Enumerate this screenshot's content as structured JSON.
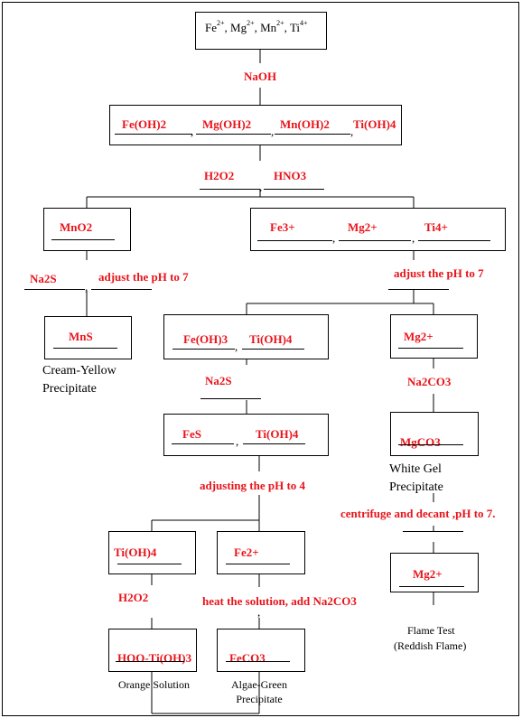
{
  "root": {
    "ions": [
      {
        "el": "Fe",
        "ch": "2+"
      },
      {
        "el": "Mg",
        "ch": "2+"
      },
      {
        "el": "Mn",
        "ch": "2+"
      },
      {
        "el": "Ti",
        "ch": "4+"
      }
    ]
  },
  "steps": {
    "naoh": "NaOH",
    "hydroxides": [
      "Fe(OH)2",
      "Mg(OH)2",
      "Mn(OH)2",
      "Ti(OH)4"
    ],
    "h2o2": "H2O2",
    "hno3": "HNO3",
    "mno2": "MnO2",
    "cations": [
      "Fe3+",
      "Mg2+",
      "Ti4+"
    ],
    "na2s_left": "Na2S",
    "adjust_ph7_left": "adjust the pH to 7",
    "adjust_ph7_right": "adjust the pH to 7",
    "mns": "MnS",
    "mns_note": "Cream-Yellow Precipitate",
    "fe_ti_hydroxides": [
      "Fe(OH)3",
      "Ti(OH)4"
    ],
    "mg2_a": "Mg2+",
    "na2s_mid": "Na2S",
    "na2co3": "Na2CO3",
    "fes_tioh4": [
      "FeS",
      "Ti(OH)4"
    ],
    "mgco3": "MgCO3",
    "mgco3_note": "White Gel Precipitate",
    "adjust_ph4": "adjusting the pH to 4",
    "centrifuge": "centrifuge and decant ,pH to 7.",
    "tioh4": "Ti(OH)4",
    "fe2": "Fe2+",
    "mg2_b": "Mg2+",
    "h2o2_b": "H2O2",
    "heat": "heat the solution, add Na2CO3",
    "flame": "Flame Test",
    "flame_note": "(Reddish Flame)",
    "hoo": "HOO-Ti(OH)3",
    "hoo_note": "Orange Solution",
    "feco3": "FeCO3",
    "feco3_note": "Algae-Green Precipitate",
    "sep": ","
  }
}
